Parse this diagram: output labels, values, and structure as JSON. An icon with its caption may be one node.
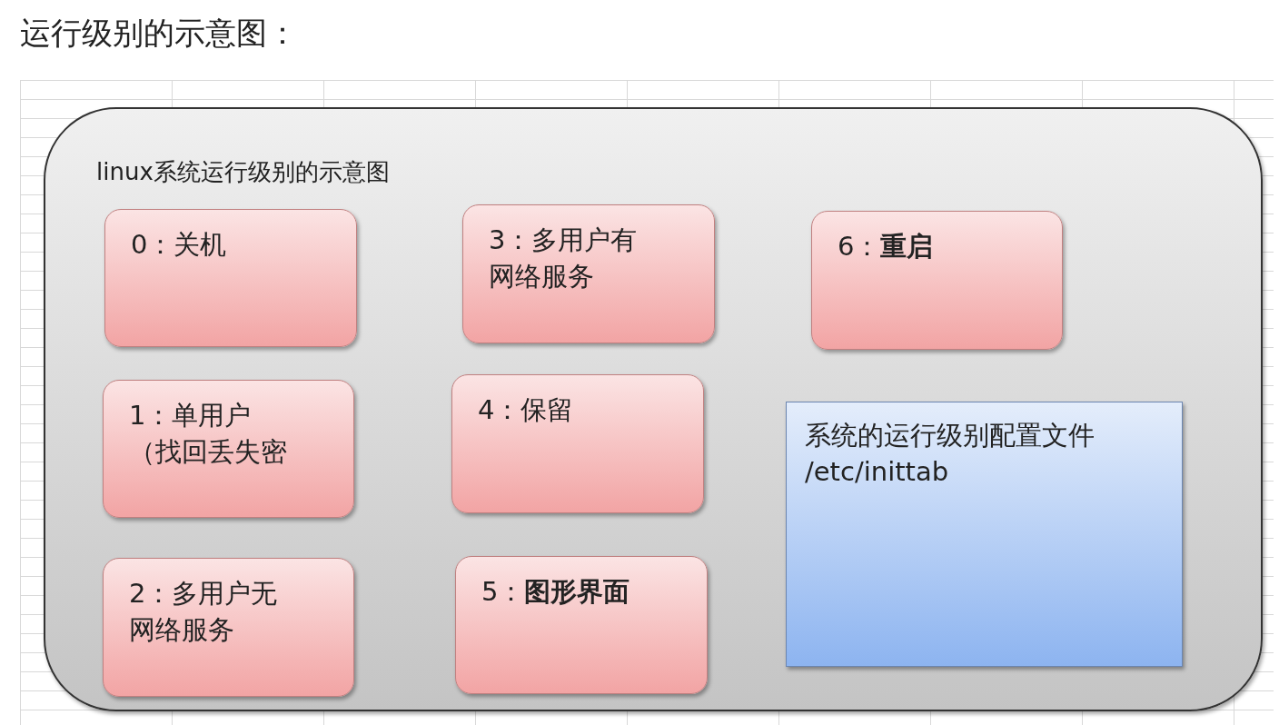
{
  "diagram": {
    "title": "运行级别的示意图：",
    "nodes": [
      {
        "text": [
          "linux系统运行级别的示意图"
        ]
      },
      {
        "text": [
          "0：关机"
        ],
        "in": 0
      },
      {
        "text": [
          "3：多用户有网络服务"
        ],
        "in": 0
      },
      {
        "text": [
          "6：**重启**"
        ],
        "in": 0
      },
      {
        "text": [
          "1：单用户",
          "（找回丢失密"
        ],
        "in": 0
      },
      {
        "text": [
          "4：保留"
        ],
        "in": 0
      },
      {
        "text": [
          "系统的运行级别配置文件",
          "/etc/inittab"
        ],
        "in": 0
      },
      {
        "text": [
          "2：多用户无网络服务"
        ],
        "in": 0
      },
      {
        "text": [
          "5：**图形界面**"
        ],
        "in": 0
      }
    ],
    "edges": []
  }
}
